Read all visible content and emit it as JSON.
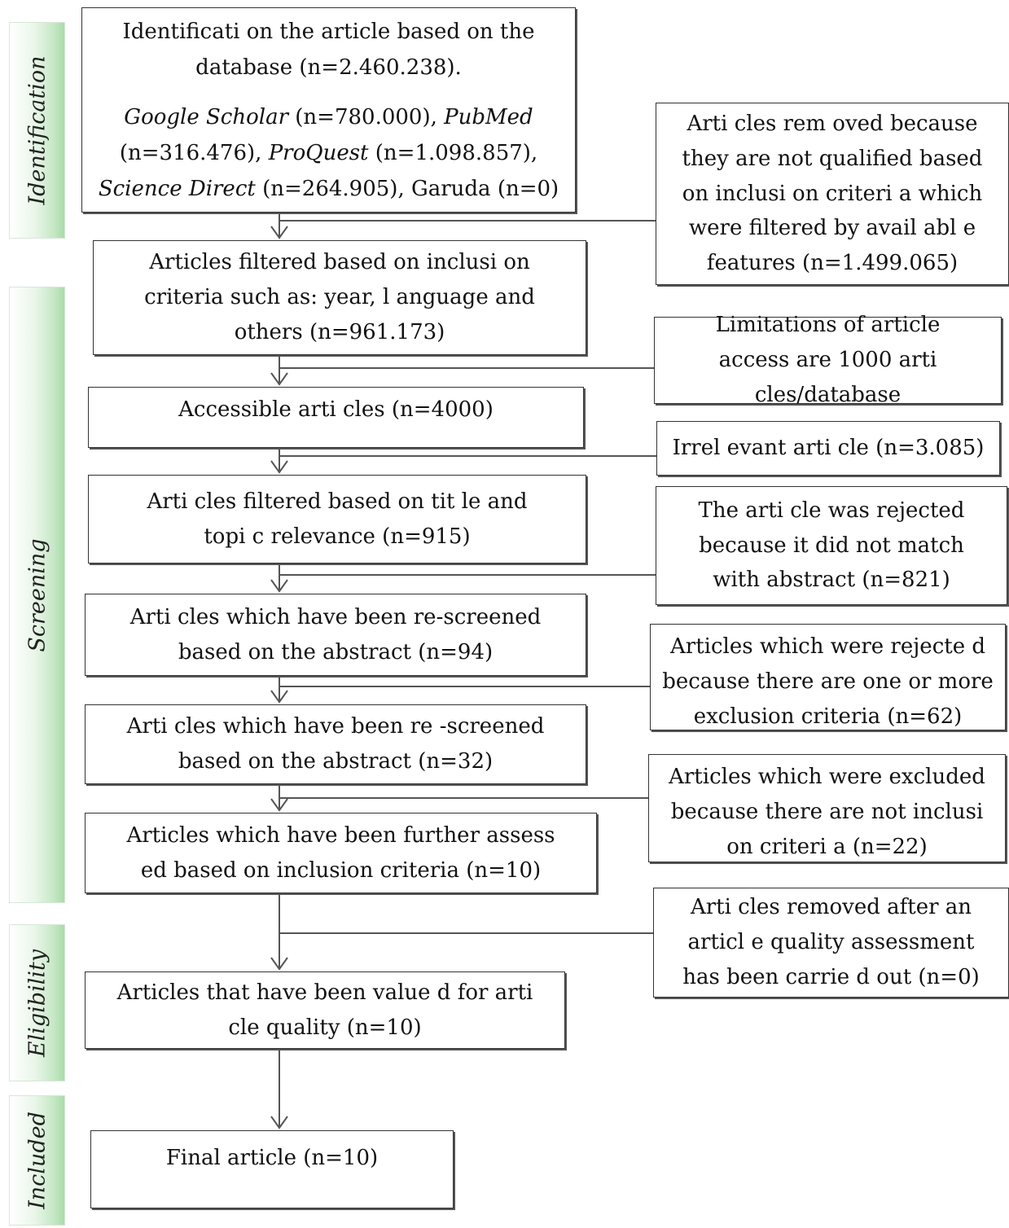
{
  "phases": {
    "identification": "Identification",
    "screening": "Screening",
    "eligibility": "Eligibility",
    "included": "Included"
  },
  "main": {
    "identification": {
      "line1": "Identificati on the article based on the",
      "line2": "database (n=2.460.238).",
      "gs": "Google Scholar",
      "gs_n": " (n=780.000), ",
      "pm": "PubMed",
      "pm_n": "(n=316.476), ",
      "pq": "ProQuest",
      "pq_n": " (n=1.098.857),",
      "sd": "Science Direct",
      "sd_n": " (n=264.905), Garuda (n=0)"
    },
    "filtered_inclusion": "Articles filtered based on inclusi on criteria such as: year, l anguage and others (n=961.173)",
    "accessible": "Accessible arti cles (n=4000)",
    "title_topic": "Arti cles filtered based on tit le and topi c relevance (n=915)",
    "rescreened_94": "Arti cles which have been re-screened based on the abstract (n=94)",
    "rescreened_32": "Arti cles which have been re -screened based on the abstract (n=32)",
    "further_assessed": "Articles which have been further assess ed based on inclusion criteria (n=10)",
    "valued_quality": "Articles that have been value d for arti cle quality (n=10)",
    "final": "Final  article (n=10)"
  },
  "side": {
    "removed_not_qualified": "Arti cles rem oved because they are not qualified based on inclusi on criteri a which were filtered by avail abl e features (n=1.499.065)",
    "access_limit": "Limitations of article access are 1000 arti cles/database",
    "irrelevant": "Irrel evant arti cle (n=3.085)",
    "rejected_abstract": "The arti cle was rejected because it did not match with abstract (n=821)",
    "rejected_exclusion": "Articles which were rejecte d because there are one or more exclusion criteria (n=62)",
    "excluded_inclusion": "Articles which were excluded because there are not inclusi on criteri a (n=22)",
    "removed_quality": "Arti cles removed after an articl e quality assessment has been carrie d out (n=0)"
  }
}
